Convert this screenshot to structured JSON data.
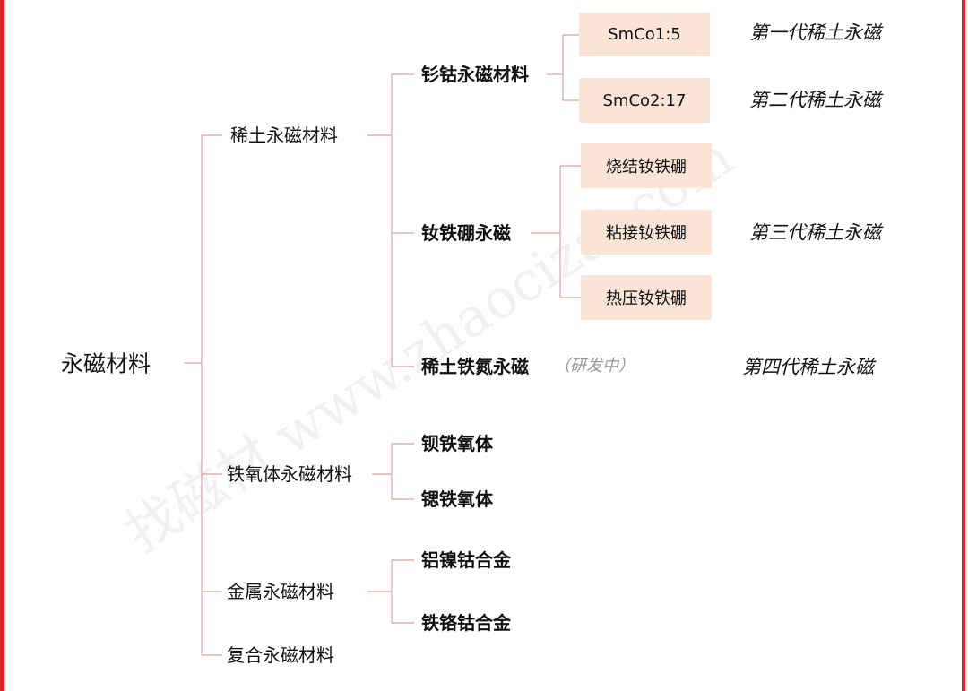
{
  "watermark": "找磁材 www.zhaocizai.com",
  "colors": {
    "frame": "#e0242a",
    "connector": "#d9a3a3",
    "box_fill": "#fce4d6"
  },
  "root": "永磁材料",
  "level1": [
    "稀土永磁材料",
    "铁氧体永磁材料",
    "金属永磁材料",
    "复合永磁材料"
  ],
  "level2": {
    "smco": "钐钴永磁材料",
    "ndfeb": "钕铁硼永磁",
    "refen": "稀土铁氮永磁",
    "refen_note": "（研发中）",
    "ba_ferrite": "钡铁氧体",
    "sr_ferrite": "锶铁氧体",
    "alnico": "铝镍钴合金",
    "fecrco": "铁铬钴合金"
  },
  "boxes": [
    "SmCo1:5",
    "SmCo2:17",
    "烧结钕铁硼",
    "粘接钕铁硼",
    "热压钕铁硼"
  ],
  "generations": [
    "第一代稀土永磁",
    "第二代稀土永磁",
    "第三代稀土永磁",
    "第四代稀土永磁"
  ]
}
